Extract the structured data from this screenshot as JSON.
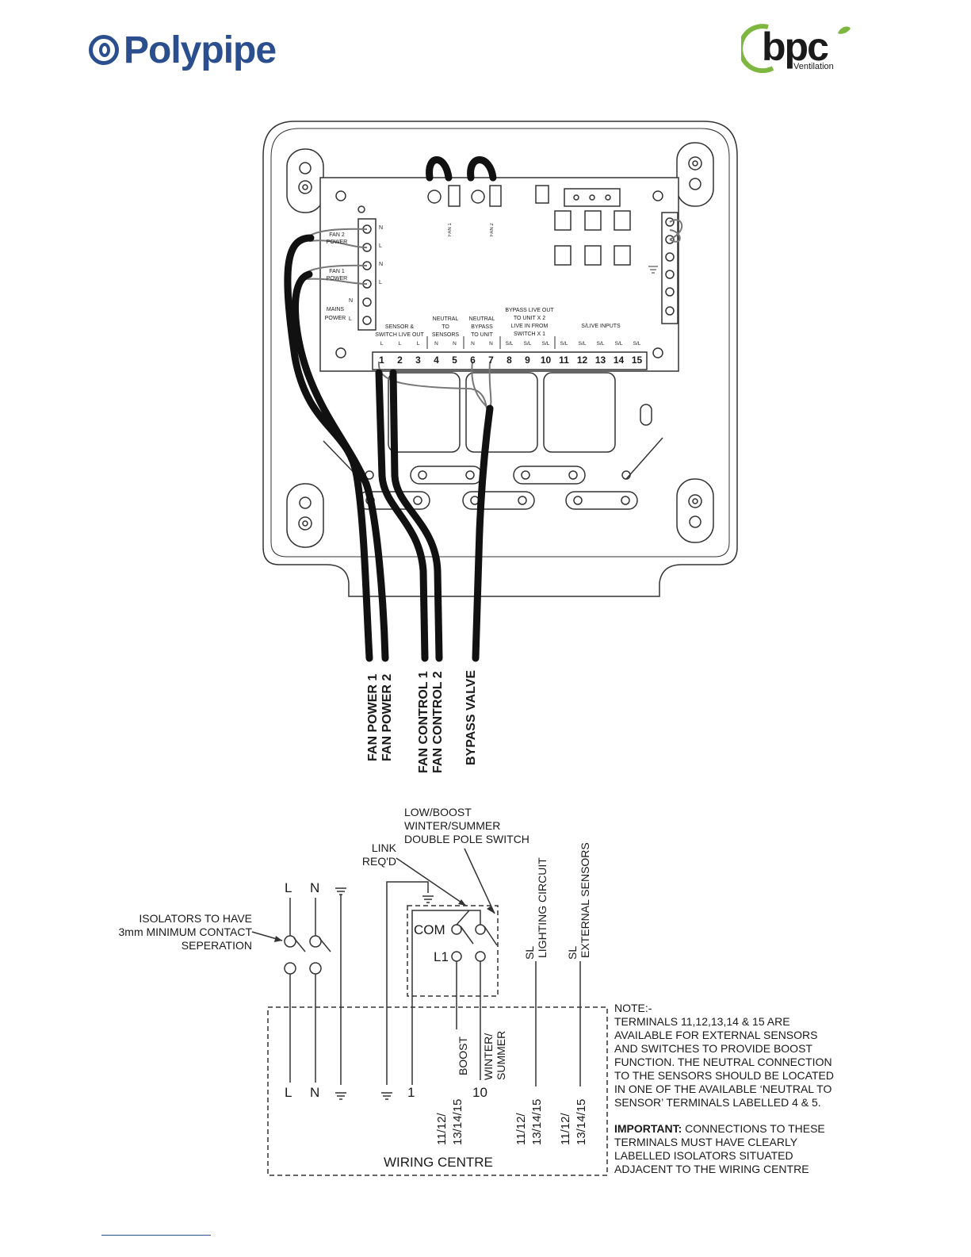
{
  "logos": {
    "polypipe": "Polypipe",
    "bpc": "bpc",
    "bpc_sub": "Ventilation"
  },
  "board": {
    "fan1": "FAN 1",
    "fan2": "FAN 2",
    "left_labels": {
      "fan2_power": [
        "FAN 2",
        "POWER"
      ],
      "fan1_power": [
        "FAN 1",
        "POWER"
      ],
      "mains_power": [
        "MAINS",
        "POWER"
      ],
      "pins": [
        "N",
        "L",
        "N",
        "L",
        "N",
        "L"
      ]
    },
    "groups": {
      "sensor_switch": [
        "SENSOR &",
        "SWITCH LIVE OUT"
      ],
      "neutral_sensors": [
        "NEUTRAL",
        "TO",
        "SENSORS"
      ],
      "neutral_bypass": [
        "NEUTRAL",
        "BYPASS",
        "TO UNIT"
      ],
      "bypass_live": [
        "BYPASS LIVE OUT",
        "TO UNIT X 2",
        "LIVE IN FROM",
        "SWITCH X 1"
      ],
      "sl_inputs": "S/LIVE INPUTS"
    },
    "terminal_types": [
      "L",
      "L",
      "L",
      "N",
      "N",
      "N",
      "N",
      "S/L",
      "S/L",
      "S/L",
      "S/L",
      "S/L",
      "S/L",
      "S/L",
      "S/L"
    ],
    "terminal_numbers": [
      "1",
      "2",
      "3",
      "4",
      "5",
      "6",
      "7",
      "8",
      "9",
      "10",
      "11",
      "12",
      "13",
      "14",
      "15"
    ]
  },
  "cables": {
    "fan_power_1": "FAN POWER 1",
    "fan_power_2": "FAN POWER 2",
    "fan_control_1": "FAN CONTROL 1",
    "fan_control_2": "FAN CONTROL 2",
    "bypass_valve": "BYPASS VALVE"
  },
  "schematic": {
    "switch_label": [
      "LOW/BOOST",
      "WINTER/SUMMER",
      "DOUBLE POLE SWITCH"
    ],
    "link_label": [
      "LINK",
      "REQ'D"
    ],
    "isolators_label": [
      "ISOLATORS TO HAVE",
      "3mm MINIMUM CONTACT",
      "SEPERATION"
    ],
    "top_L": "L",
    "top_N": "N",
    "com": "COM",
    "l1": "L1",
    "lighting_sl": "SL",
    "lighting_label": "LIGHTING CIRCUIT",
    "external_sl": "SL",
    "external_label": "EXTERNAL SENSORS",
    "boost": "BOOST",
    "winter_summer": [
      "WINTER/",
      "SUMMER"
    ],
    "bottom_L": "L",
    "bottom_N": "N",
    "term_1": "1",
    "term_10": "10",
    "term_multi": [
      "11/12/",
      "13/14/15"
    ],
    "wiring_centre": "WIRING CENTRE",
    "note_lines": [
      "NOTE:-",
      "TERMINALS 11,12,13,14 & 15 ARE",
      "AVAILABLE FOR EXTERNAL SENSORS",
      "AND SWITCHES TO PROVIDE BOOST",
      "FUNCTION.  THE NEUTRAL CONNECTION",
      "TO THE SENSORS SHOULD BE LOCATED",
      "IN ONE OF THE AVAILABLE ‘NEUTRAL TO",
      "SENSOR’ TERMINALS LABELLED 4 & 5."
    ],
    "important_bold": "IMPORTANT:",
    "important_lines": [
      " CONNECTIONS TO THESE",
      "TERMINALS MUST HAVE CLEARLY",
      "LABELLED ISOLATORS SITUATED",
      "ADJACENT TO THE WIRING CENTRE"
    ]
  }
}
